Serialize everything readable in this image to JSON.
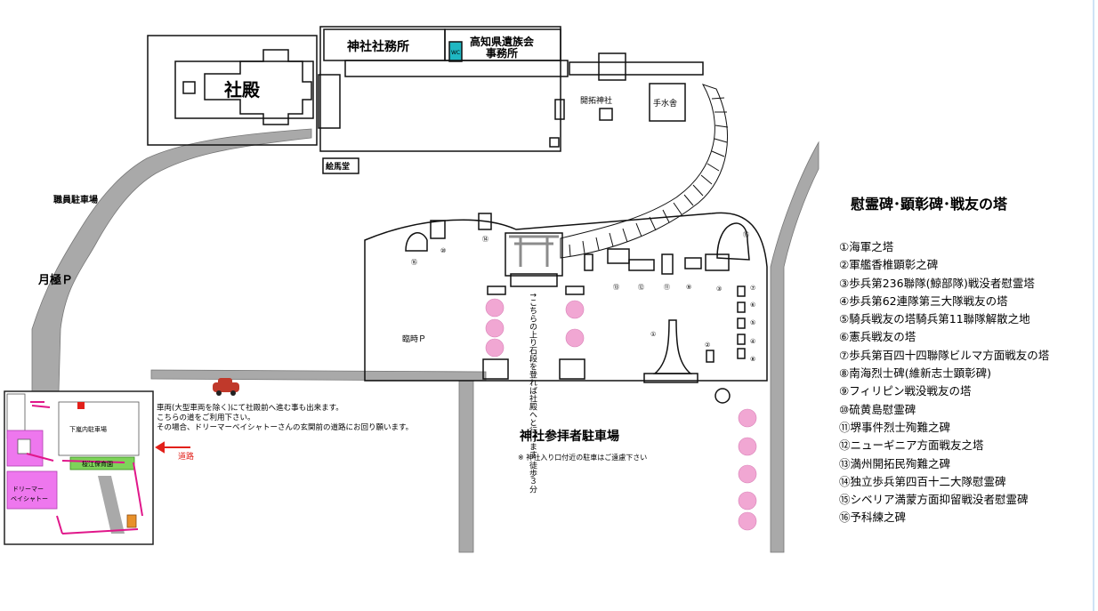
{
  "labels": {
    "shaden": "社殿",
    "shamusho": "神社社務所",
    "izokukai": "高知県遺族会事務所",
    "izokukai_line1": "高知県遺族会",
    "izokukai_line2": "事務所",
    "wc": "WC",
    "kaitaku_jinja": "開拓神社",
    "temizusha": "手水舎",
    "emado": "絵馬堂",
    "shokuin_parking": "職員駐車場",
    "tsukigiwa_p": "月極Ｐ",
    "rinji_p": "臨時Ｐ",
    "sanpai_parking": "神社参拝者駐車場",
    "sanpai_note": "※ 神社入り口付近の駐車はご遠慮下さい",
    "stairs_note": "↑こちらの上り石段を登れば社殿へと行けます 徒歩３分",
    "car_note_1": "車両(大型車両を除く)にて社殿前へ進む事も出来ます。",
    "car_note_2": "こちらの道をご利用下さい。",
    "car_note_3": "その場合、ドリーマーベイシャトーさんの玄関前の道路にお回り願います。",
    "route_label": "道路"
  },
  "inset": {
    "shimokamachi_parking": "下嵐内駐車場",
    "nursery": "桜江保育園",
    "dreamer_line1": "ドリーマー",
    "dreamer_line2": "ベイシャトー"
  },
  "monuments": {
    "title": "慰霊碑･顕彰碑･戦友の塔",
    "items": [
      "①海軍之塔",
      "②軍艦香椎顕彰之碑",
      "③歩兵第236聯隊(鯨部隊)戦没者慰霊塔",
      "④歩兵第62連隊第三大隊戦友の塔",
      "⑤騎兵戦友の塔騎兵第11聯隊解散之地",
      "⑥憲兵戦友の塔",
      "⑦歩兵第百四十四聯隊ビルマ方面戦友の塔",
      "⑧南海烈士碑(維新志士顕彰碑)",
      "⑨フィリピン戦没戦友の塔",
      "⑩硫黄島慰霊碑",
      "⑪堺事件烈士殉難之碑",
      "⑫ニューギニア方面戦友之塔",
      "⑬満州開拓民殉難之碑",
      "⑭独立歩兵第四百十二大隊慰霊碑",
      "⑮シベリア満蒙方面抑留戦没者慰霊碑",
      "⑯予科練之碑"
    ]
  },
  "markers": [
    "①",
    "②",
    "③",
    "④",
    "⑤",
    "⑥",
    "⑦",
    "⑧",
    "⑨",
    "⑩",
    "⑪",
    "⑫",
    "⑬",
    "⑭",
    "⑮",
    "⑯"
  ],
  "colors": {
    "road": "#a9a9a9",
    "route_arrow": "#e0178a",
    "blossom": "#f1a7d3",
    "car": "#c0392b",
    "wc": "#1fb7c2",
    "nursery": "#7ed35a",
    "dreamer": "#ee77ee",
    "inset_marker": "#e2201a"
  }
}
